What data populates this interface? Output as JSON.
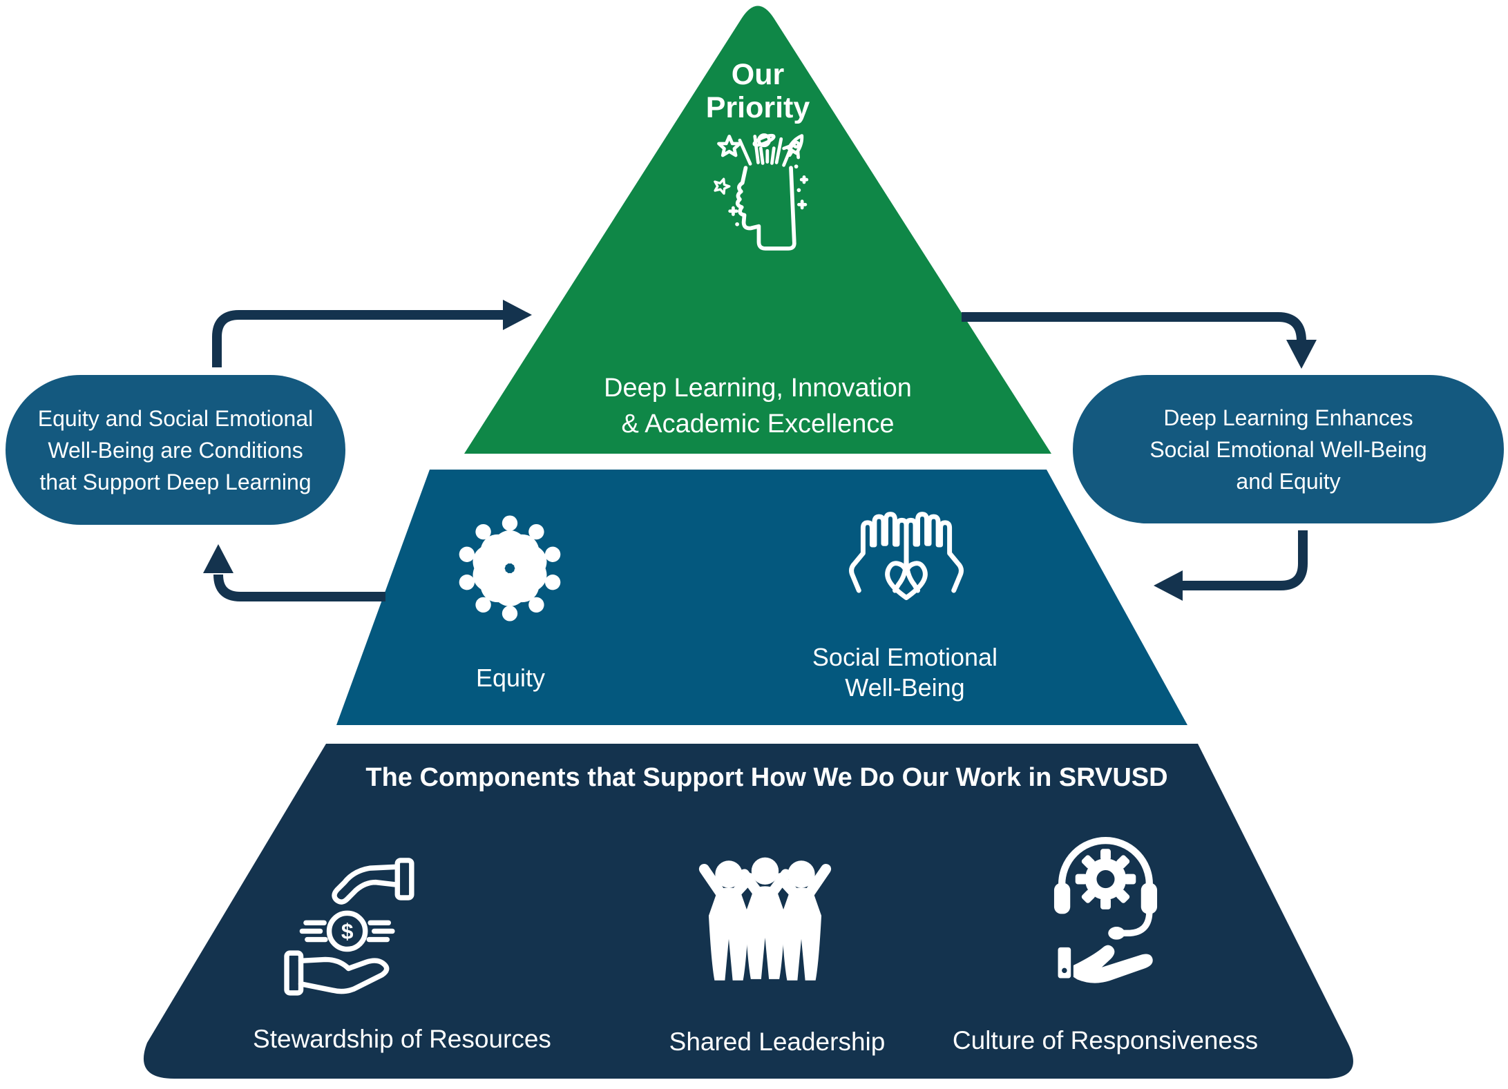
{
  "colors": {
    "green": "#0F8747",
    "tier_blue": "#04587E",
    "tier_navy": "#14334E",
    "bubble": "#14597F",
    "arrow": "#14334E"
  },
  "top_tier": {
    "title_lines": [
      "Our",
      "Priority"
    ],
    "label_lines": [
      "Deep Learning, Innovation",
      "& Academic Excellence"
    ],
    "icon": "creativity-head-icon"
  },
  "middle_tier": {
    "equity_label": "Equity",
    "equity_icon": "equity-people-circle-icon",
    "sewb_label_lines": [
      "Social Emotional",
      "Well-Being"
    ],
    "sewb_icon": "hands-heart-icon"
  },
  "bottom_tier": {
    "heading": "The Components that Support How We Do Our Work in SRVUSD",
    "items": [
      {
        "label": "Stewardship of Resources",
        "icon": "giving-hands-money-icon"
      },
      {
        "label": "Shared Leadership",
        "icon": "team-cheering-icon"
      },
      {
        "label": "Culture of Responsiveness",
        "icon": "support-headset-hand-icon"
      }
    ],
    "currency_symbol": "$"
  },
  "callout_left": {
    "lines": [
      "Equity and Social Emotional",
      "Well-Being are Conditions",
      "that Support Deep Learning"
    ]
  },
  "callout_right": {
    "lines": [
      "Deep Learning Enhances",
      "Social Emotional Well-Being",
      "and Equity"
    ]
  }
}
